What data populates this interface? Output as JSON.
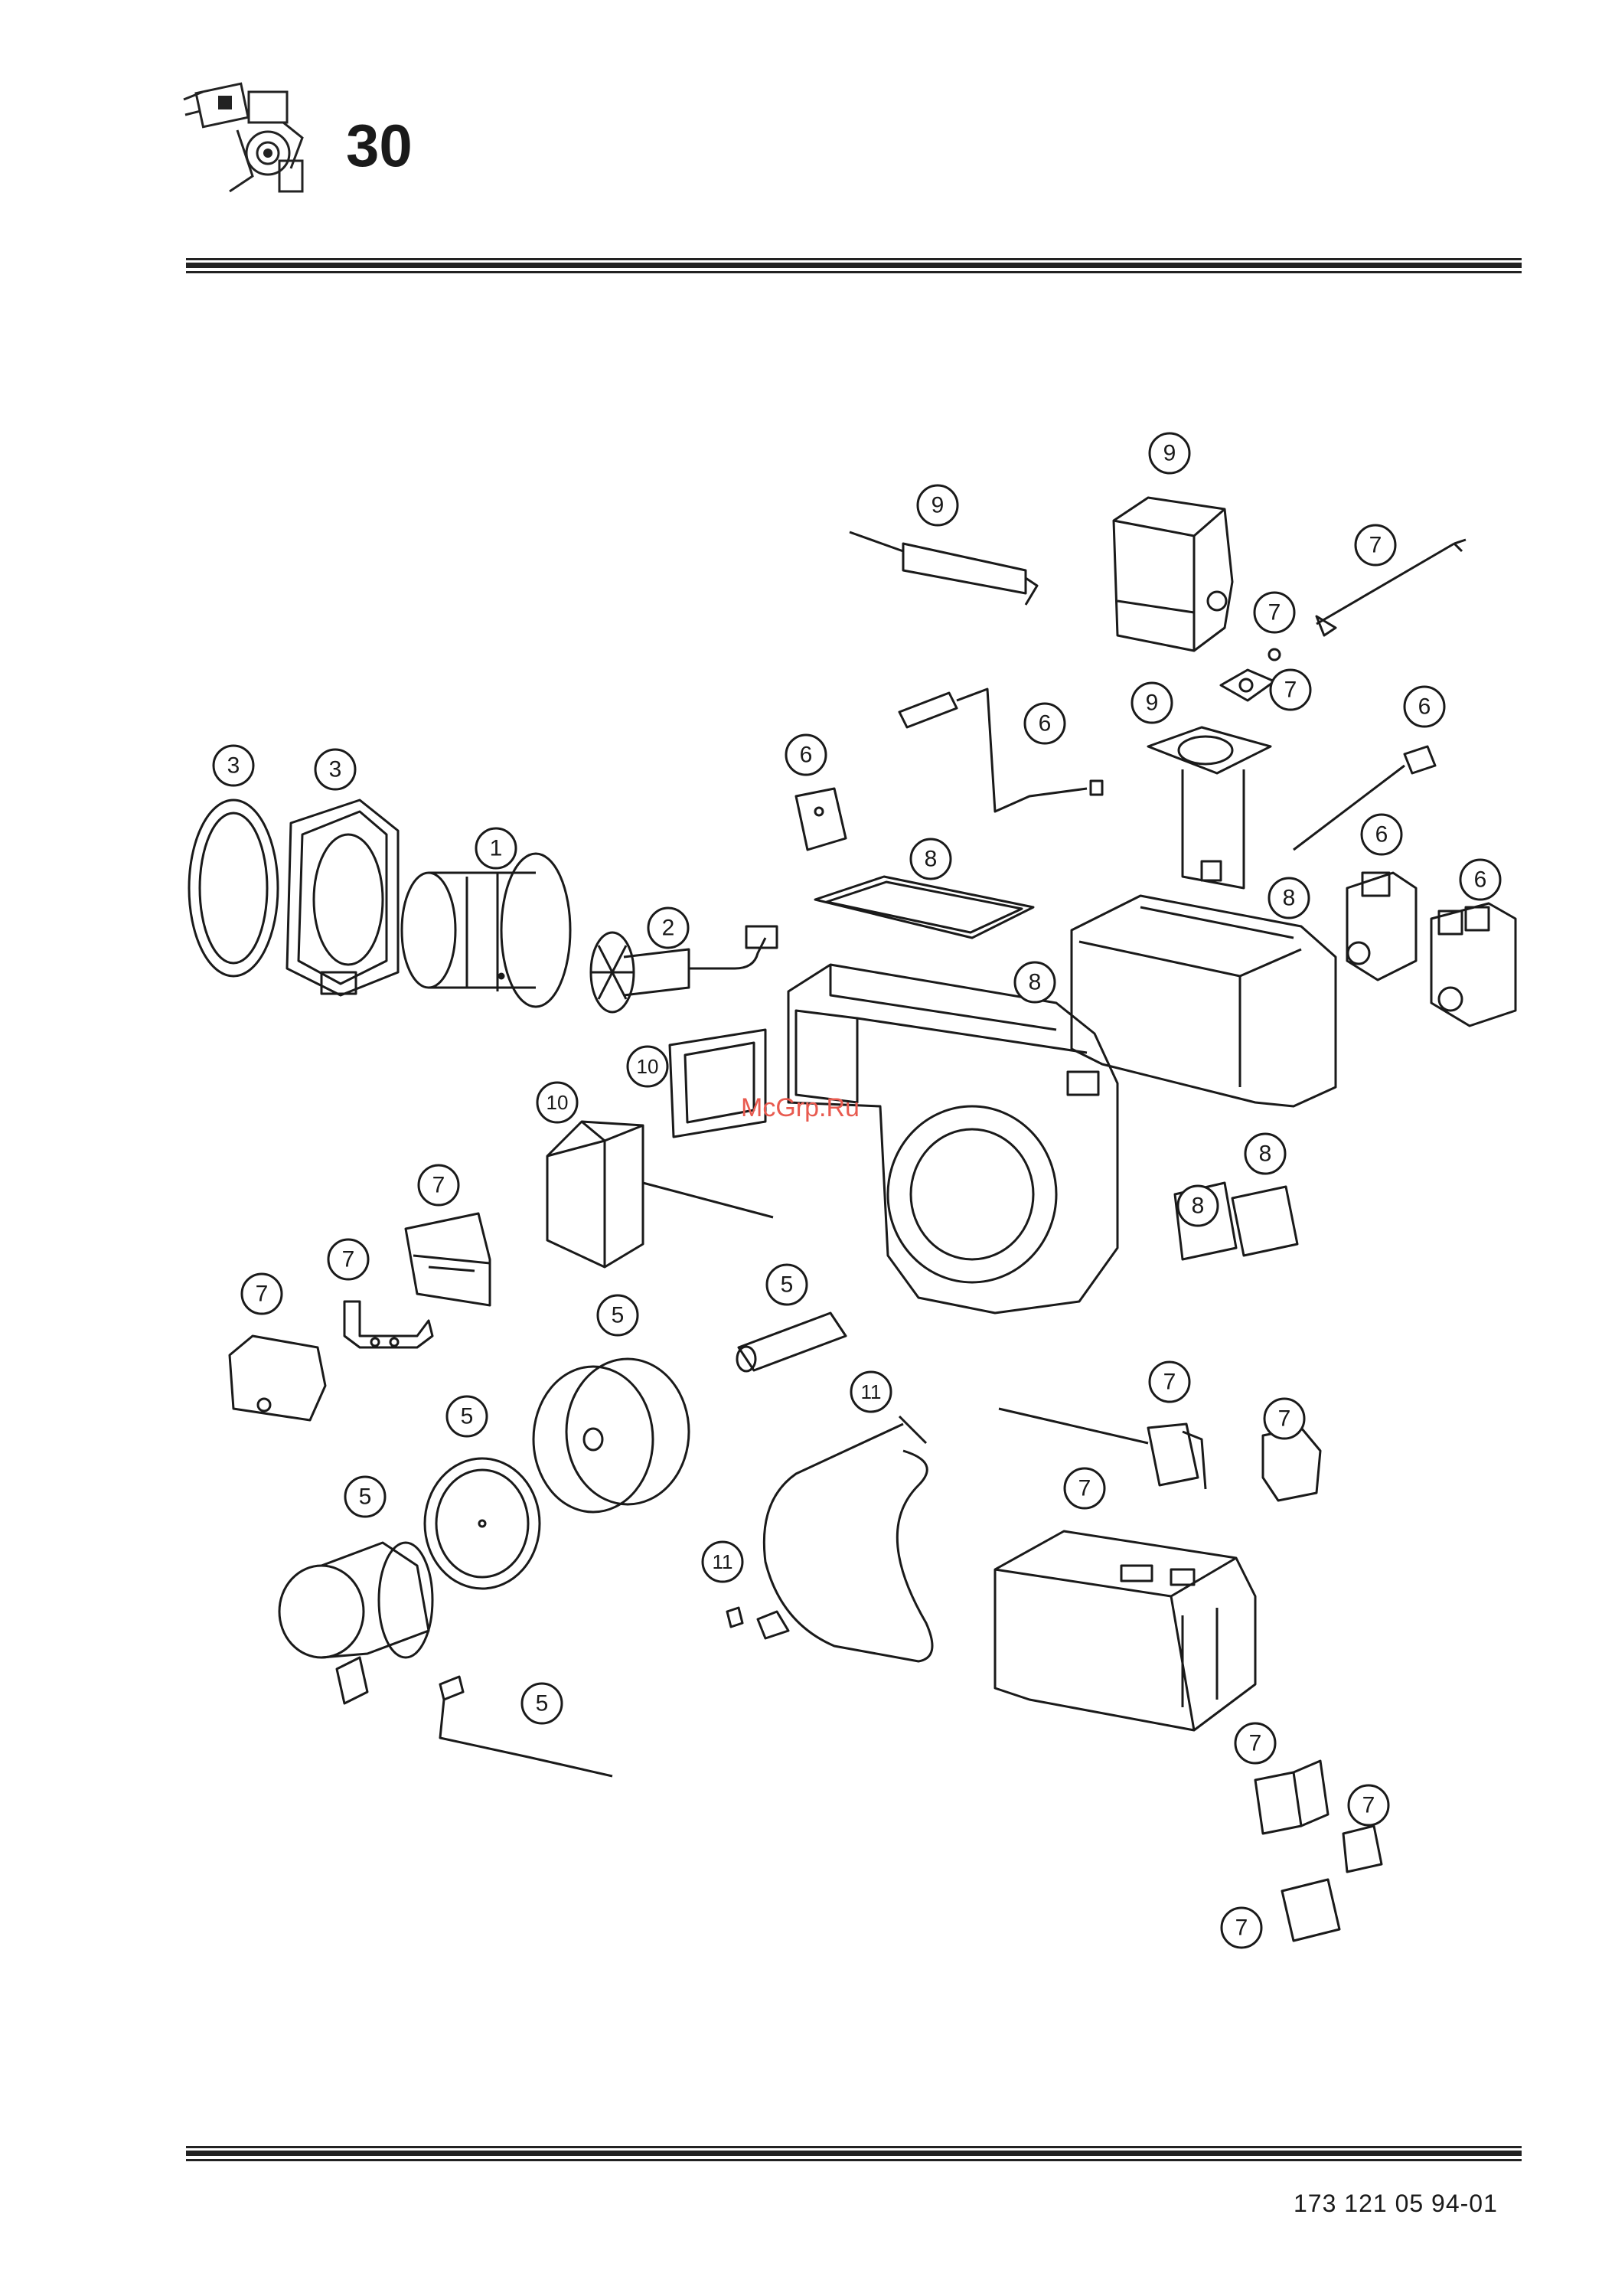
{
  "header": {
    "page_number": "30",
    "logo_icon": "burner-thumbnail-icon"
  },
  "footer": {
    "doc_code": "173 121 05  94-01"
  },
  "watermark": "McGrp.Ru",
  "callouts": [
    {
      "id": "c1",
      "label": "3"
    },
    {
      "id": "c2",
      "label": "3"
    },
    {
      "id": "c3",
      "label": "1"
    },
    {
      "id": "c4",
      "label": "2"
    },
    {
      "id": "c5",
      "label": "9"
    },
    {
      "id": "c6",
      "label": "9"
    },
    {
      "id": "c7",
      "label": "7"
    },
    {
      "id": "c8",
      "label": "7"
    },
    {
      "id": "c9",
      "label": "7"
    },
    {
      "id": "c10",
      "label": "6"
    },
    {
      "id": "c11",
      "label": "9"
    },
    {
      "id": "c12",
      "label": "6"
    },
    {
      "id": "c13",
      "label": "6"
    },
    {
      "id": "c14",
      "label": "8"
    },
    {
      "id": "c15",
      "label": "6"
    },
    {
      "id": "c16",
      "label": "6"
    },
    {
      "id": "c17",
      "label": "8"
    },
    {
      "id": "c18",
      "label": "8"
    },
    {
      "id": "c19",
      "label": "10"
    },
    {
      "id": "c20",
      "label": "10"
    },
    {
      "id": "c21",
      "label": "7"
    },
    {
      "id": "c22",
      "label": "7"
    },
    {
      "id": "c23",
      "label": "7"
    },
    {
      "id": "c24",
      "label": "8"
    },
    {
      "id": "c25",
      "label": "8"
    },
    {
      "id": "c26",
      "label": "5"
    },
    {
      "id": "c27",
      "label": "5"
    },
    {
      "id": "c28",
      "label": "5"
    },
    {
      "id": "c29",
      "label": "5"
    },
    {
      "id": "c30",
      "label": "11"
    },
    {
      "id": "c31",
      "label": "11"
    },
    {
      "id": "c32",
      "label": "7"
    },
    {
      "id": "c33",
      "label": "7"
    },
    {
      "id": "c34",
      "label": "7"
    },
    {
      "id": "c35",
      "label": "5"
    },
    {
      "id": "c36",
      "label": "7"
    },
    {
      "id": "c37",
      "label": "7"
    },
    {
      "id": "c38",
      "label": "7"
    }
  ]
}
